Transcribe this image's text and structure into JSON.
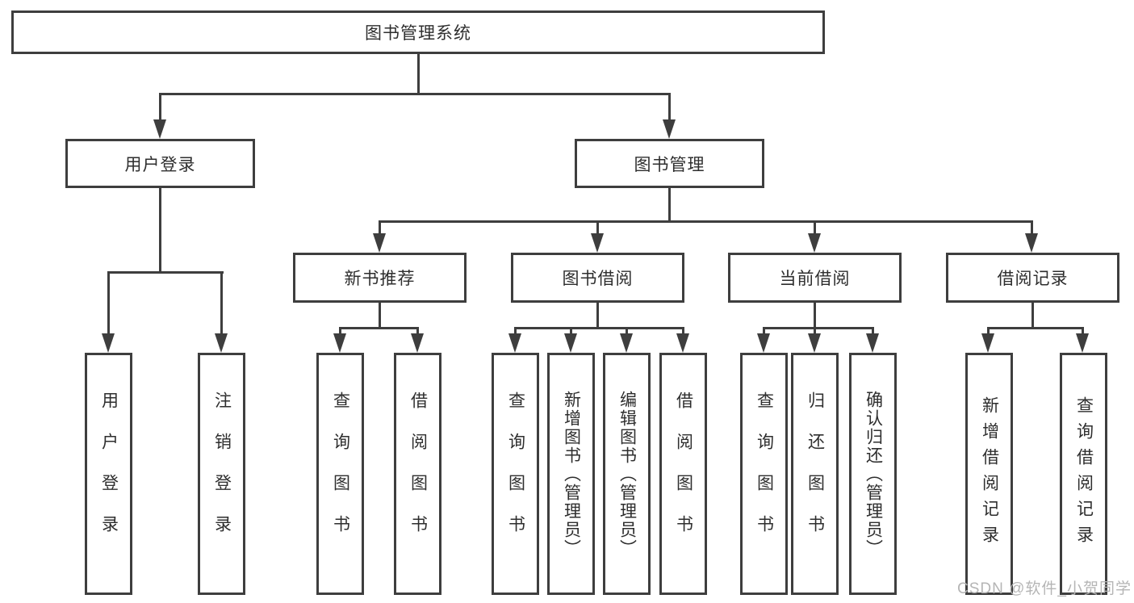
{
  "diagram": {
    "title_node": "图书管理系统",
    "nodes": {
      "root": "图书管理系统",
      "user_login": "用户登录",
      "book_mgmt": "图书管理",
      "new_books": "新书推荐",
      "book_borrow": "图书借阅",
      "current_borrow": "当前借阅",
      "borrow_records": "借阅记录"
    },
    "leaves": {
      "user_login": [
        "用户登录",
        "注销登录"
      ],
      "new_books": [
        "查询图书",
        "借阅图书"
      ],
      "book_borrow": [
        "查询图书",
        "新增图书（管理员）",
        "编辑图书（管理员）",
        "借阅图书"
      ],
      "current_borrow": [
        "查询图书",
        "归还图书",
        "确认归还（管理员）"
      ],
      "borrow_records": [
        "新增借阅记录",
        "查询借阅记录"
      ]
    },
    "watermark": "CSDN @软件_小贺同学",
    "colors": {
      "line": "#3e3e3e",
      "text": "#2e2e2e",
      "watermark": "#b5b5b5",
      "background": "#ffffff"
    }
  }
}
